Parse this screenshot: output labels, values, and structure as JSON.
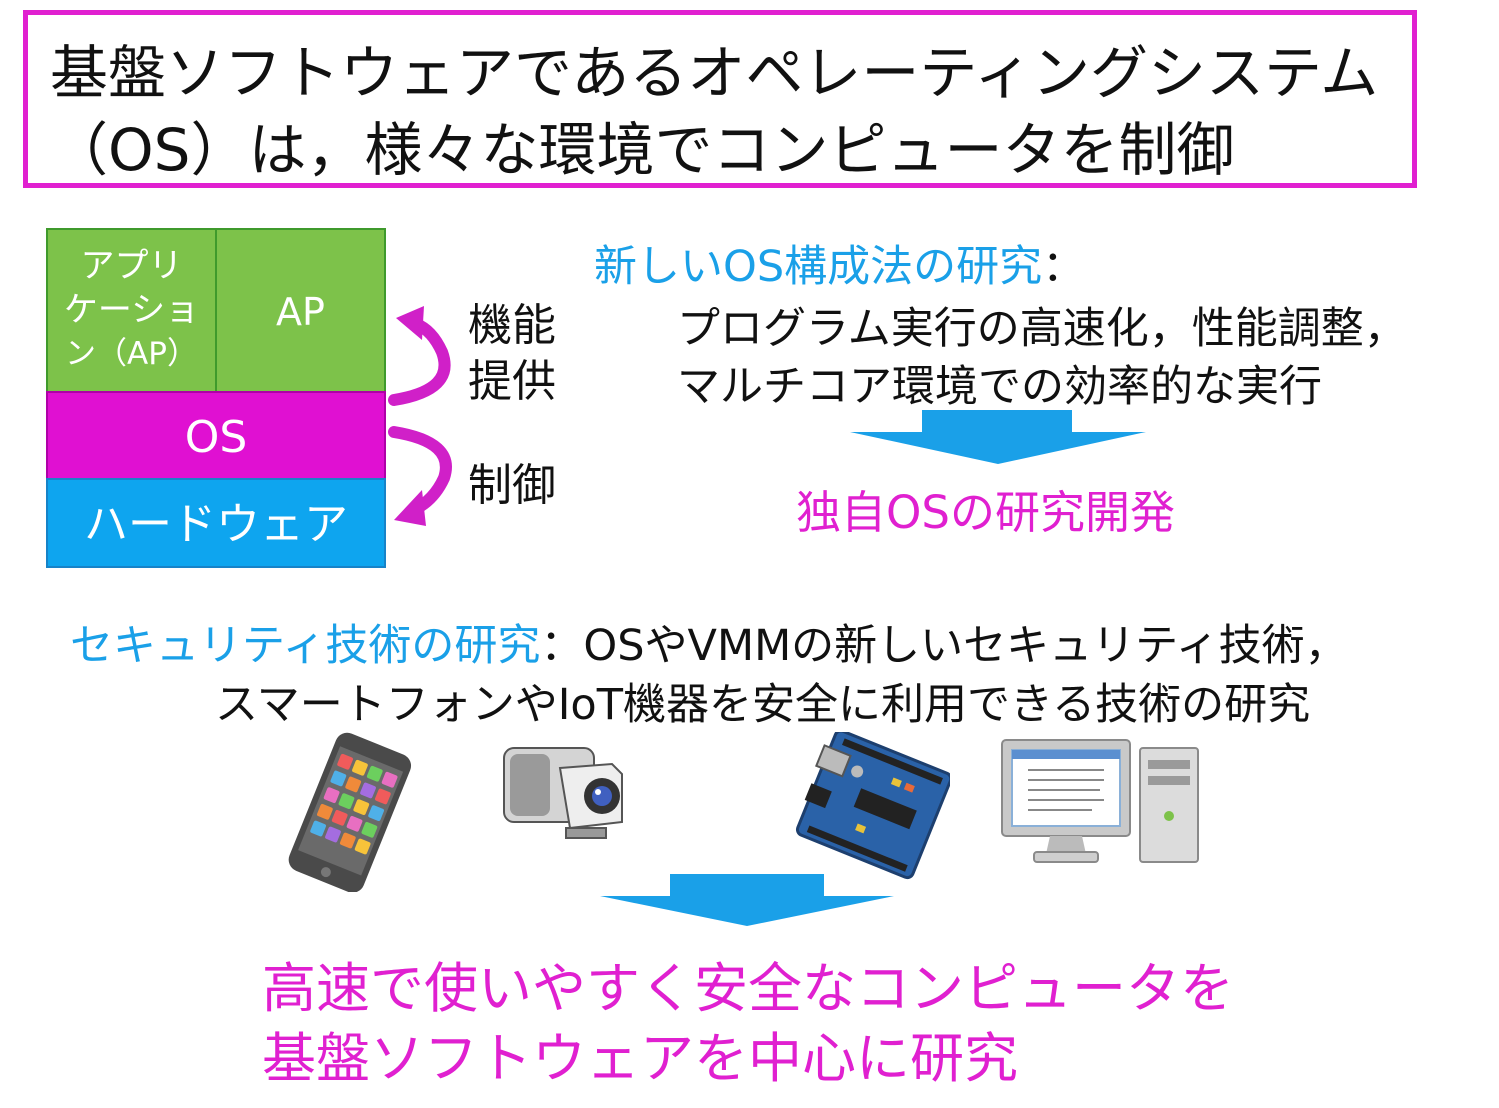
{
  "title": {
    "line1": "基盤ソフトウェアであるオペレーティングシステム",
    "line2": "（OS）は，様々な環境でコンピュータを制御"
  },
  "stack": {
    "app_line1": "アプリ",
    "app_line2": "ケーショ",
    "app_line3": "ン（AP）",
    "ap": "AP",
    "os": "OS",
    "hardware": "ハードウェア"
  },
  "arrows": {
    "provide_line1": "機能",
    "provide_line2": "提供",
    "control": "制御"
  },
  "research1": {
    "heading": "新しいOS構成法の研究",
    "colon": "：",
    "line1": "プログラム実行の高速化，性能調整，",
    "line2": "マルチコア環境での効率的な実行",
    "result": "独自OSの研究開発"
  },
  "research2": {
    "heading": "セキュリティ技術の研究",
    "line1_rest": "：OSやVMMの新しいセキュリティ技術，",
    "line2": "スマートフォンやIoT機器を安全に利用できる技術の研究"
  },
  "devices": [
    "smartphone-icon",
    "camera-icon",
    "microcontroller-board-icon",
    "desktop-computer-icon"
  ],
  "conclusion": {
    "line1": "高速で使いやすく安全なコンピュータを",
    "line2": "基盤ソフトウェアを中心に研究"
  },
  "colors": {
    "accent_magenta": "#e020d0",
    "accent_blue": "#1aa0e8",
    "layer_app": "#7dc24a",
    "layer_os": "#e010d2",
    "layer_hw": "#0ea5ef"
  }
}
